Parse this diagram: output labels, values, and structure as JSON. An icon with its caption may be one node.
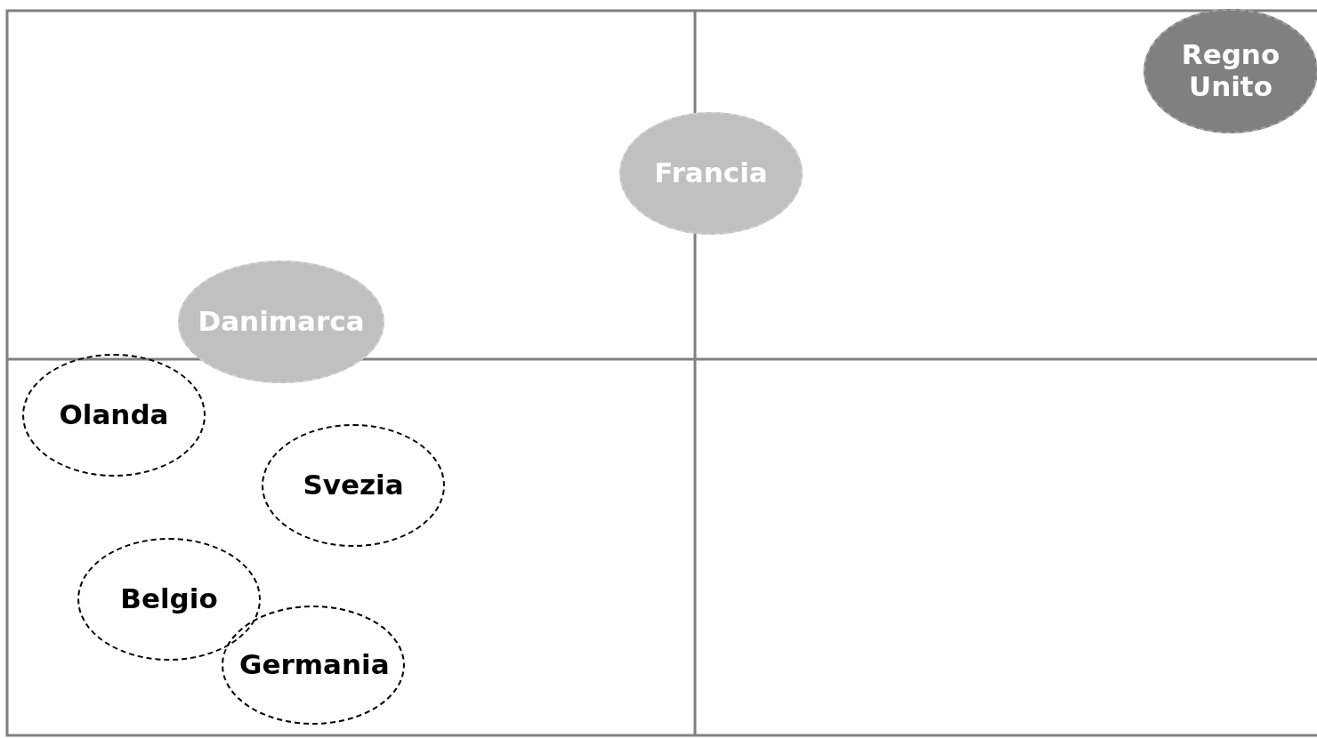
{
  "diagram": {
    "nodes": [
      {
        "text": [
          "Regno Unito"
        ]
      },
      {
        "text": [
          "Francia"
        ]
      },
      {
        "text": [
          "Danimarca"
        ]
      },
      {
        "text": [
          "Olanda"
        ]
      },
      {
        "text": [
          "Svezia"
        ]
      },
      {
        "text": [
          "Belgio"
        ]
      },
      {
        "text": [
          "Germania"
        ]
      }
    ]
  }
}
